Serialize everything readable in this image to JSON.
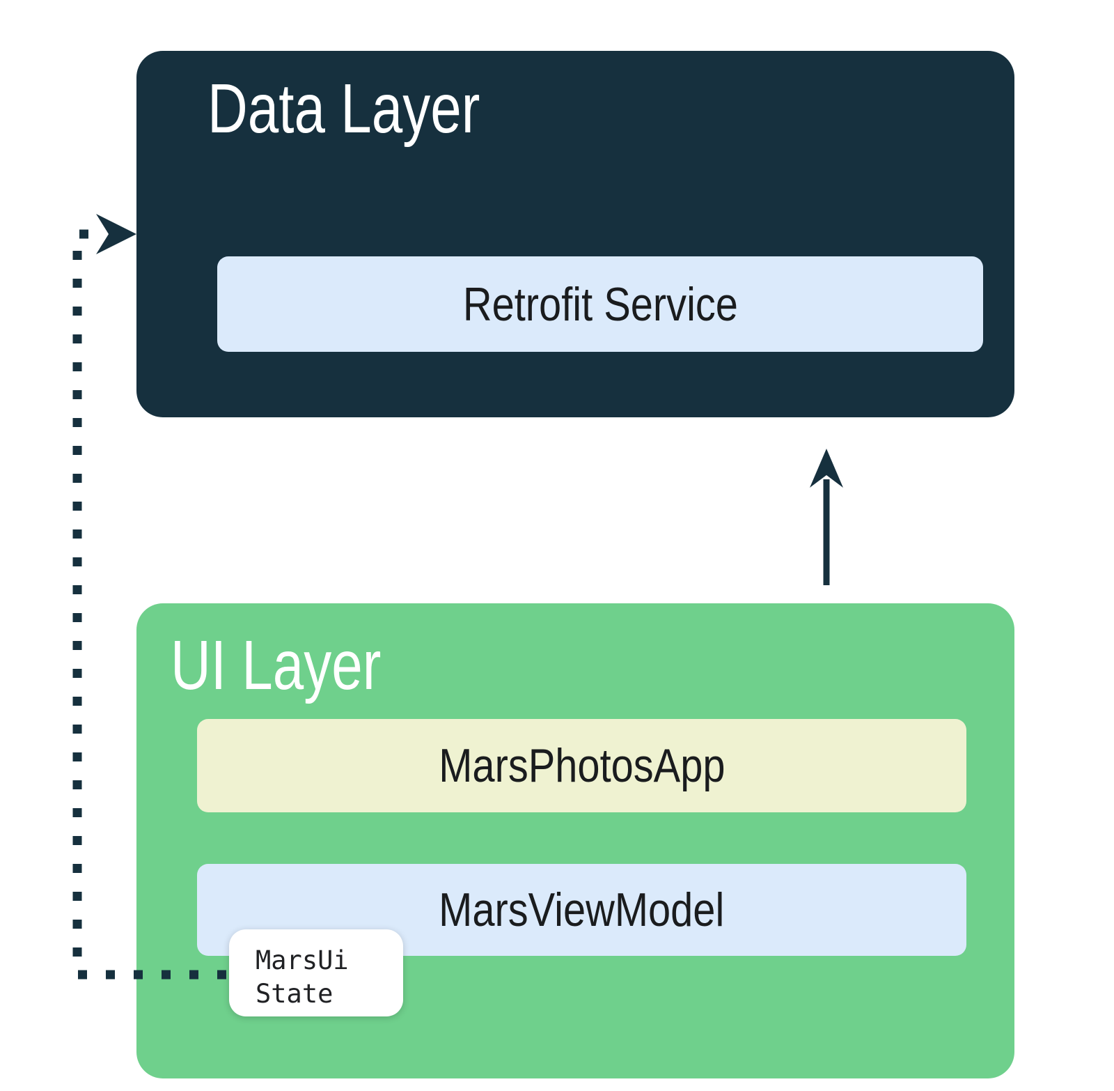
{
  "colors": {
    "navy": "#16303E",
    "green": "#6FD08C",
    "light_blue": "#DBEAFB",
    "cream": "#EFF2D1",
    "white": "#FFFFFF",
    "label_dark": "#1A1C1E"
  },
  "data_layer": {
    "title": "Data Layer",
    "children": {
      "retrofit_service": "Retrofit Service"
    }
  },
  "ui_layer": {
    "title": "UI Layer",
    "children": {
      "mars_photos_app": "MarsPhotosApp",
      "mars_view_model": "MarsViewModel",
      "mars_ui_state": "MarsUi\nState"
    }
  },
  "connectors": {
    "solid_arrow": "ui-layer-to-data-layer",
    "dotted_arrow": "mars-ui-state-to-data-layer"
  }
}
